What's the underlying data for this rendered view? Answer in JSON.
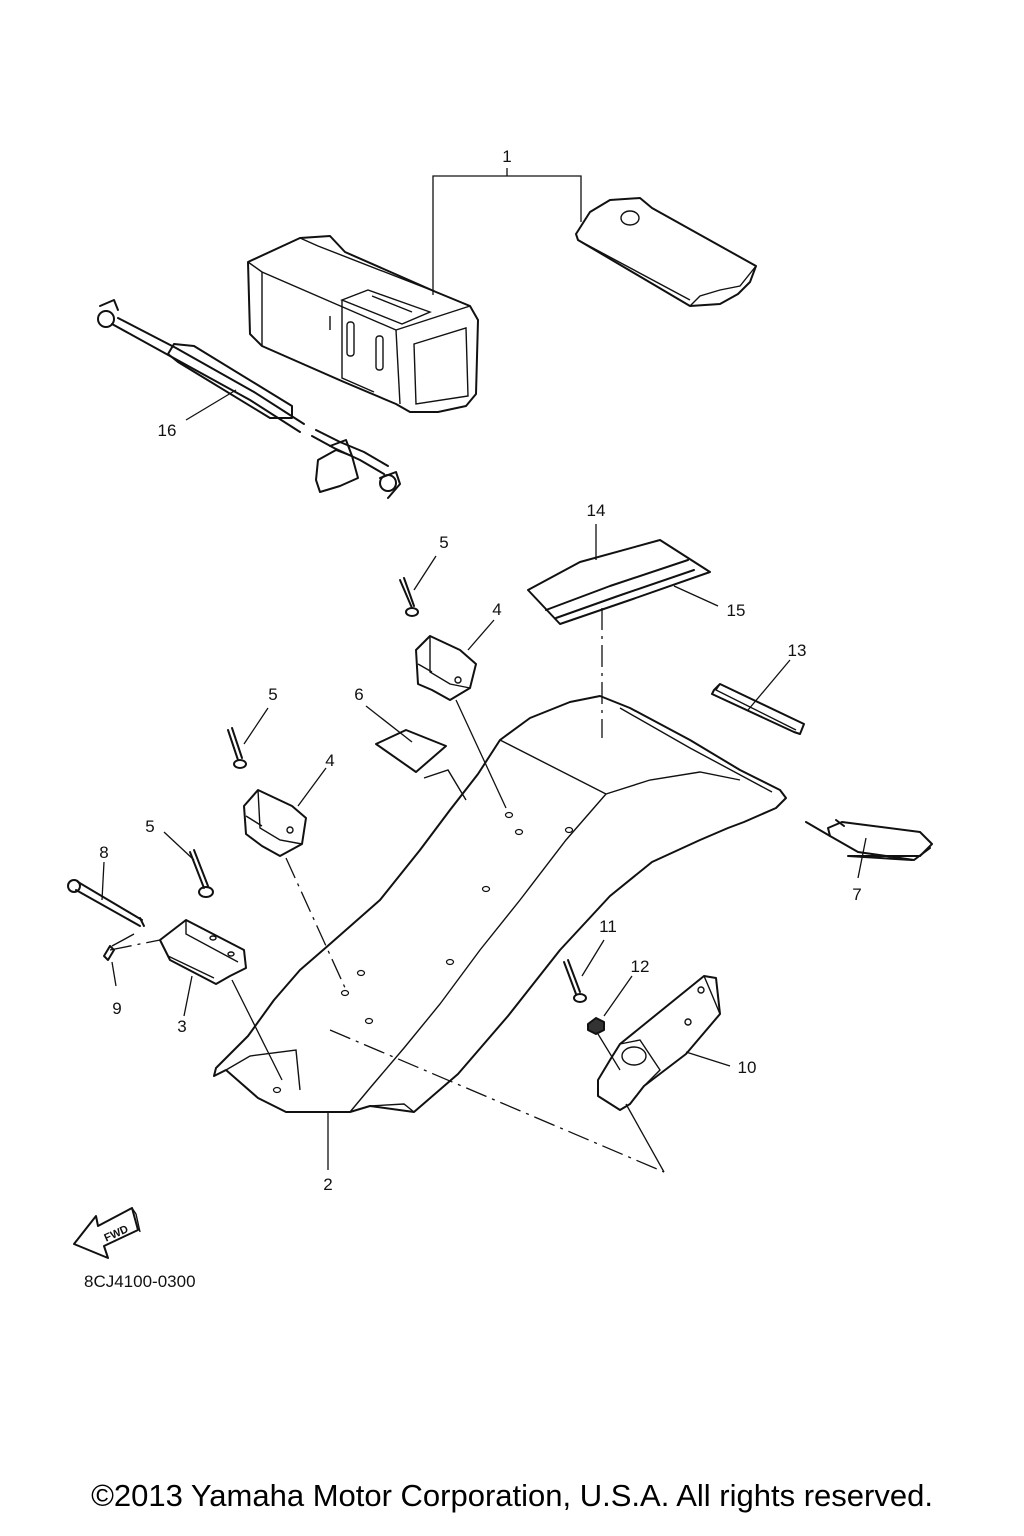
{
  "diagram": {
    "part_labels": {
      "p1": "1",
      "p2": "2",
      "p3": "3",
      "p4a": "4",
      "p4b": "4",
      "p5a": "5",
      "p5b": "5",
      "p5c": "5",
      "p6": "6",
      "p7": "7",
      "p8": "8",
      "p9": "9",
      "p10": "10",
      "p11": "11",
      "p12": "12",
      "p13": "13",
      "p14": "14",
      "p15": "15",
      "p16": "16"
    },
    "fwd_label": "FWD",
    "diagram_code": "8CJ4100-0300"
  },
  "footer": {
    "copyright": "©2013 Yamaha Motor Corporation, U.S.A. All rights reserved."
  }
}
